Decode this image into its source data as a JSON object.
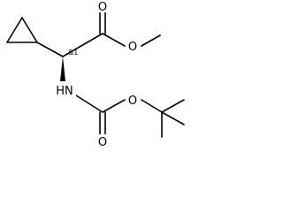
{
  "molecule": {
    "atom_labels": {
      "carbonyl_oxygen_top": "O",
      "ester_oxygen": "O",
      "amine_nitrogen": "HN",
      "carbamate_oxygen": "O",
      "carbonyl_oxygen_bottom": "O"
    },
    "stereo_label": "&1"
  }
}
